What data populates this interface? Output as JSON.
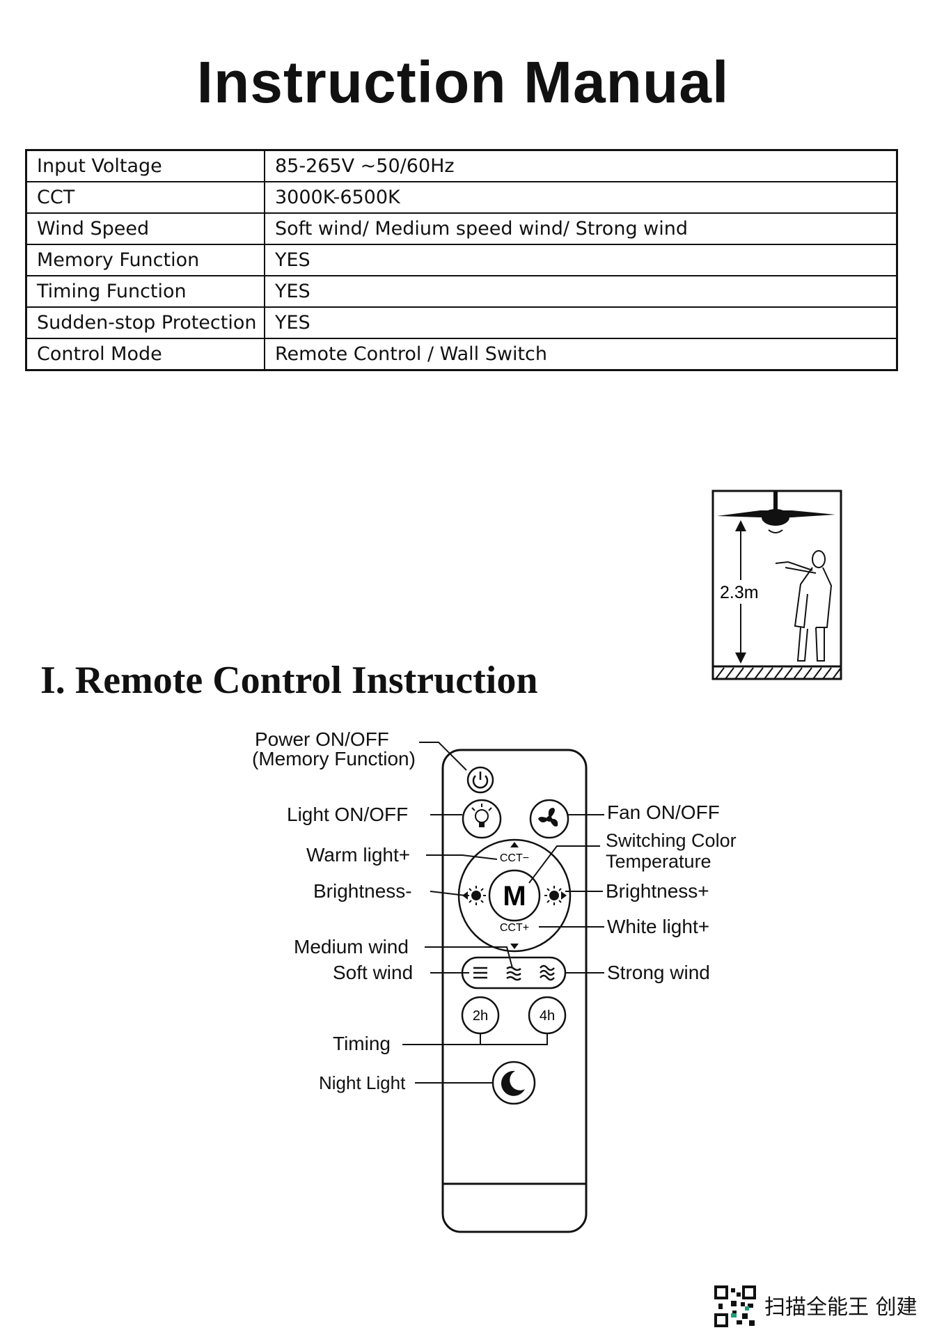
{
  "document": {
    "title": "Instruction Manual",
    "specs": [
      {
        "key": "Input Voltage",
        "value": "85-265V  ~50/60Hz"
      },
      {
        "key": "CCT",
        "value": "3000K-6500K"
      },
      {
        "key": "Wind Speed",
        "value": "Soft wind/ Medium speed wind/ Strong wind"
      },
      {
        "key": "Memory Function",
        "value": "YES"
      },
      {
        "key": "Timing  Function",
        "value": "YES"
      },
      {
        "key": "Sudden-stop Protection",
        "value": "YES"
      },
      {
        "key": "Control Mode",
        "value": "Remote Control /  Wall Switch"
      }
    ],
    "height_label": "2.3m",
    "section_title": "I. Remote Control Instruction"
  },
  "remote": {
    "labels": {
      "power_line1": "Power ON/OFF",
      "power_line2": "(Memory Function)",
      "light": "Light ON/OFF",
      "warm": "Warm light+",
      "brightness_minus": "Brightness-",
      "medium": "Medium wind",
      "soft": "Soft wind",
      "timing": "Timing",
      "night": "Night Light",
      "fan": "Fan ON/OFF",
      "cct_line1": "Switching Color",
      "cct_line2": "Temperature",
      "brightness_plus": "Brightness+",
      "white": "White light+",
      "strong": "Strong wind"
    },
    "buttons": {
      "mode": "M",
      "cct_minus": "CCT−",
      "cct_plus": "CCT+",
      "timer_2h": "2h",
      "timer_4h": "4h"
    }
  },
  "footer": {
    "scanner_text": "扫描全能王  创建"
  }
}
